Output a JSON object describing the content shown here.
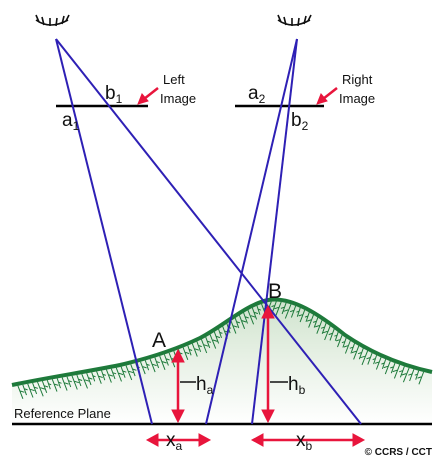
{
  "diagram": {
    "left_image": {
      "caption_line1": "Left",
      "caption_line2": "Image",
      "point_a": "a",
      "point_a_sub": "1",
      "point_b": "b",
      "point_b_sub": "1"
    },
    "right_image": {
      "caption_line1": "Right",
      "caption_line2": "Image",
      "point_a": "a",
      "point_a_sub": "2",
      "point_b": "b",
      "point_b_sub": "2"
    },
    "ground_points": {
      "A": "A",
      "B": "B"
    },
    "heights": {
      "ha": "h",
      "ha_sub": "a",
      "hb": "h",
      "hb_sub": "b"
    },
    "parallax": {
      "xa": "x",
      "xa_sub": "a",
      "xb": "x",
      "xb_sub": "b"
    },
    "reference_plane": "Reference Plane",
    "credit": "© CCRS / CCT",
    "colors": {
      "rays": "#2e20b5",
      "arrows": "#e8153c",
      "terrain_outline": "#1e7a3b",
      "terrain_fill": "#e6f0e4",
      "ground_line": "#000000"
    },
    "icons": [
      "eye-icon-left",
      "eye-icon-right"
    ]
  }
}
